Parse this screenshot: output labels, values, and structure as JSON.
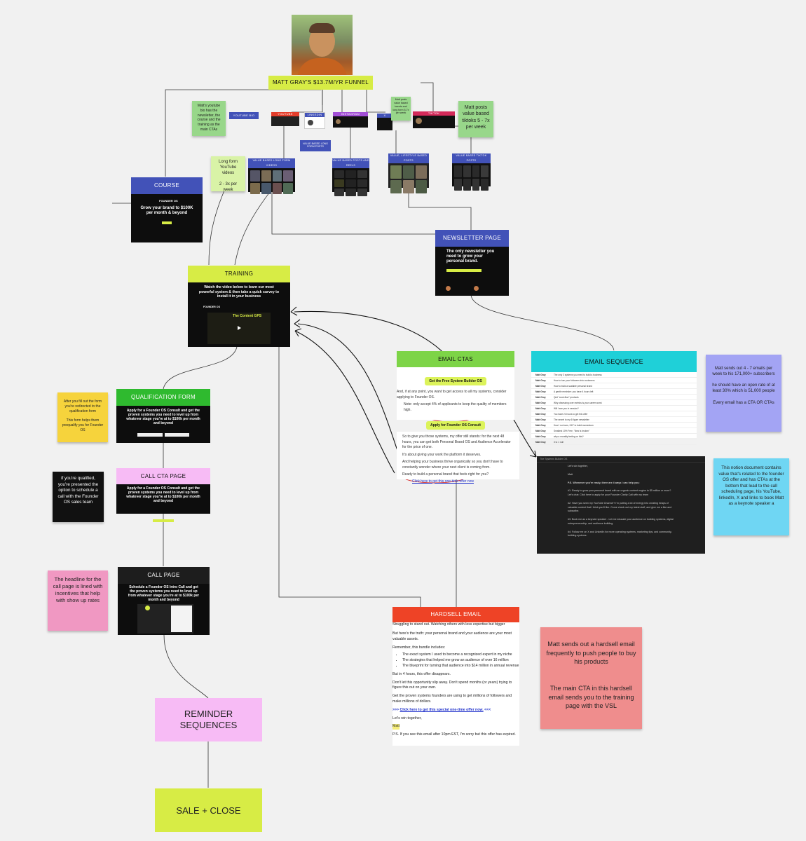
{
  "title": "MATT GRAY'S $13.7M/YR FUNNEL",
  "sources": {
    "youtube_bio": "YOUTUBE BIO",
    "youtube": "YOUTUBE",
    "linkedin": "LINKEDIN",
    "instagram": "INSTAGRAM",
    "x": "X",
    "tiktok": "TIKTOK"
  },
  "content_labels": {
    "linkedin_posts": "VALUE BASED LONG FORM POSTS",
    "youtube_videos": "VALUE BASED LONG FORM VIDEOS",
    "ig_posts": "VALUE BASED POSTS AND REELS",
    "lifestyle_posts": "VALUE, LIFESTYLE BASED POSTS",
    "tiktok_posts": "VALUE BASED TIKTOK POSTS"
  },
  "stickies": {
    "youtube_bio_note": "Matt's youtube bio has the newsletter, the course and the training as the main CTAs",
    "x_note": "Matt posts value based tweets and long form 5-7x per week",
    "tiktok_note": "Matt posts value based tiktoks 5 - 7x per week",
    "longform_note": "Long form YouTube videos\n\n2 - 3x per week",
    "qual_note": "After you fill out the form you're redirected to the qualification form\n\nThis form helps them prequalify you for Founder OS",
    "qualified_note": "if you're qualified, you're presented the option to schedule a call with the Founder OS sales team",
    "headline_note": "The headline for the call page is lined with incentives that help with show up rates",
    "email_note": "Matt  sends out 4 - 7 emails per week to his 171,000+ subscribers\n\nhe should have an open rate of at least 30% which is 51,000 people\n\nEvery email has a CTA OR CTAs",
    "notion_note": "This notion document contains value that's related to the founder OS offer and has CTAs at the bottom that lead to the call scheduling page, his YouTube, linkedIn, X and links to book Matt as a keynote speaker a",
    "hardsell_note": "Matt sends out a hardsell email frequently to push people to buy his products\n\n\nThe main CTA in this hardsell email sends you to the training page with the VSL"
  },
  "course": {
    "header": "COURSE",
    "logo": "FOUNDER OS",
    "headline": "Grow your brand to $100K per month & beyond"
  },
  "training": {
    "header": "TRAINING",
    "headline": "Watch the video below to learn our most powerful system & then take a quick survey to install it in your business",
    "logo": "FOUNDER OS",
    "video_title": "The Content GPS"
  },
  "newsletter": {
    "header": "NEWSLETTER PAGE",
    "headline": "The only newsletter you need to grow your personal brand."
  },
  "qualification": {
    "header": "QUALIFICATION FORM",
    "headline": "Apply for a Founder OS Consult and get the proven systems you need to level up from whatever stage you're at to $100k per month and beyond"
  },
  "call_cta": {
    "header": "CALL CTA PAGE",
    "headline": "Apply for a Founder OS Consult and get the proven systems you need to level up from whatever stage you're at to $100k per month and beyond"
  },
  "call_page": {
    "header": "CALL PAGE",
    "headline": "Schedule a Founder OS Intro Call and get the proven systems you need to level up from whatever stage you're at to $100k per month and beyond"
  },
  "email_ctas": {
    "header": "EMAIL CTAS",
    "cta1": "Get the Free System Builder OS",
    "line1": "And, if at any point, you want to get access to all my systems, consider applying to Founder OS.",
    "line2": "Note: only accept 4% of applicants to keep the quality of members high.",
    "cta2": "Apply for Founder OS Consult",
    "para1": "So to give you those systems, my offer still stands: for the next 48 hours, you can get both Personal Brand OS and Audience Accelerator for the price of one.",
    "para2": "It's about giving your work the platform it deserves.",
    "para3": "And helping your business thrive organically so you don't have to constantly wonder where your next client is coming from.",
    "para4": "Ready to build a personal brand that feels right for you?",
    "link": "Click here to get this one-time offer now"
  },
  "email_sequence": {
    "header": "EMAIL SEQUENCE",
    "sender": "Matt Gray",
    "rows": [
      "The only 3 systems you need to build a business",
      "How to turn your followers into customers",
      "How to build a scalable personal brand",
      "A gentle reminder: you have 4 hours left",
      "Quit \"cook-flow\" products",
      "Why obsessing over metrics is your career worst",
      "Will I see you in session?",
      "You have 24 hours to get this offer",
      "The secret to my 6 figure newsletter",
      "How I run bars, 24/7 to build momentum",
      "Smallest 10% Free, \"New is broken\"",
      "why a morality feeling on this?",
      "3 to 1 rule"
    ]
  },
  "notion": {
    "title": "The Systems Builder OS",
    "line1": "Let's win together,",
    "line2": "Matt",
    "line3": "P.S. Whenever you're ready, there are 4 ways I can help you:",
    "line4": "#1: Ready to grow your personal brand with an organic content engine to $5 million or more? Let's chat: Click here to apply for your Founder Clarity Call with my team",
    "line5": "#2: Have you seen my YouTube Channel? I'm putting a lot of energy into creating heaps of valuable content that I think you'll like. Come check out my latest stuff, and give me a like and subscribe.",
    "line6": "#3: Book me as a keynote speaker - Let me educate your audience on building systems, digital entrepreneurship, and audience building.",
    "line7": "#4: Follow me on X and LinkedIn for more operating systems, marketing tips, and community-building systems."
  },
  "hardsell": {
    "header": "HARDSELL EMAIL",
    "p0": "Struggling to stand out. Watching others with less expertise but bigger followings land the opportunities you deserve.",
    "p1": "But here's the truth: your personal brand and your audience are your most valuable assets.",
    "p2": "Remember, this bundle includes:",
    "b1": "The exact system I used to become a recognized expert in my niche",
    "b2": "The strategies that helped me grow an audience of over 16 million",
    "b3": "The blueprint for turning that audience into $14 million in annual revenue",
    "p3": "But in 4 hours, this offer disappears.",
    "p4": "Don't let this opportunity slip away. Don't spend months (or years) trying to figure this out on your own.",
    "p5": "Get the proven systems founders are using to get millions of followers and make millions of dollars.",
    "link": "Click here to get this special one-time offer now.",
    "p6": "Let's win together,",
    "p7": "Matt",
    "p8": "P.S. If you see this email after 10pm EST, I'm sorry but this offer has expired."
  },
  "reminder": "REMINDER SEQUENCES",
  "sale": "SALE + CLOSE",
  "colors": {
    "lime": "#d7ec45",
    "green": "#2fba2f",
    "pink": "#f7bbf5",
    "indigo": "#4252b8",
    "cyan": "#1fd0d8",
    "red": "#ee4326"
  }
}
